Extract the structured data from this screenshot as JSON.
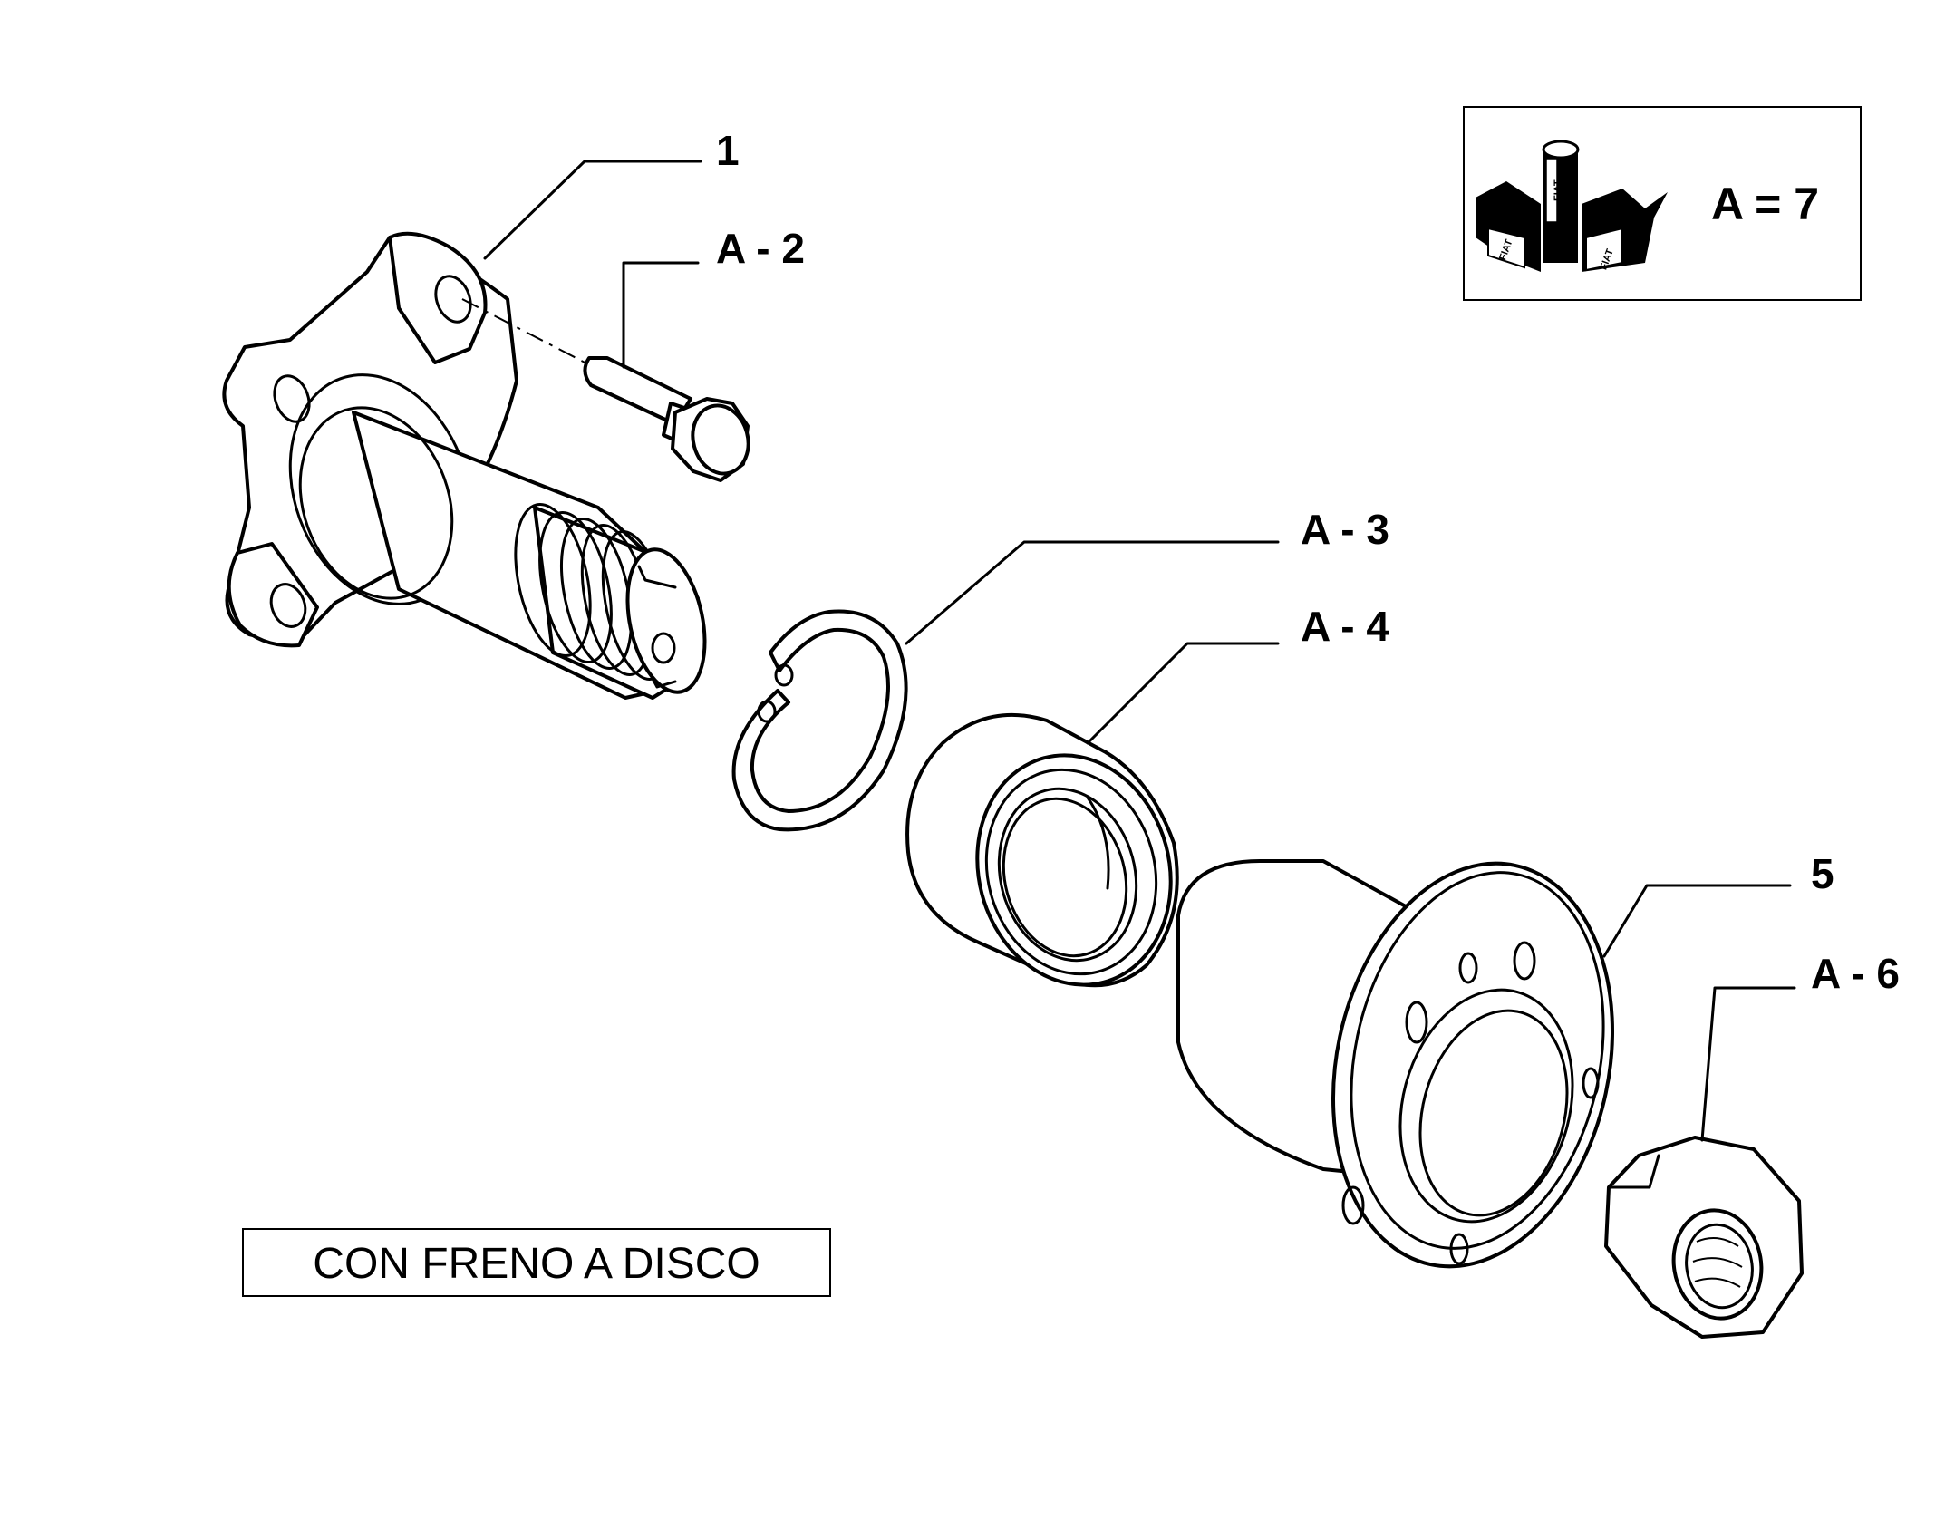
{
  "callouts": {
    "c1": "1",
    "c2": "A - 2",
    "c3": "A - 3",
    "c4": "A - 4",
    "c5": "5",
    "c6": "A - 6"
  },
  "kit": {
    "label": "A = 7",
    "logo_text": "FIAT"
  },
  "caption": "CON FRENO A DISCO"
}
